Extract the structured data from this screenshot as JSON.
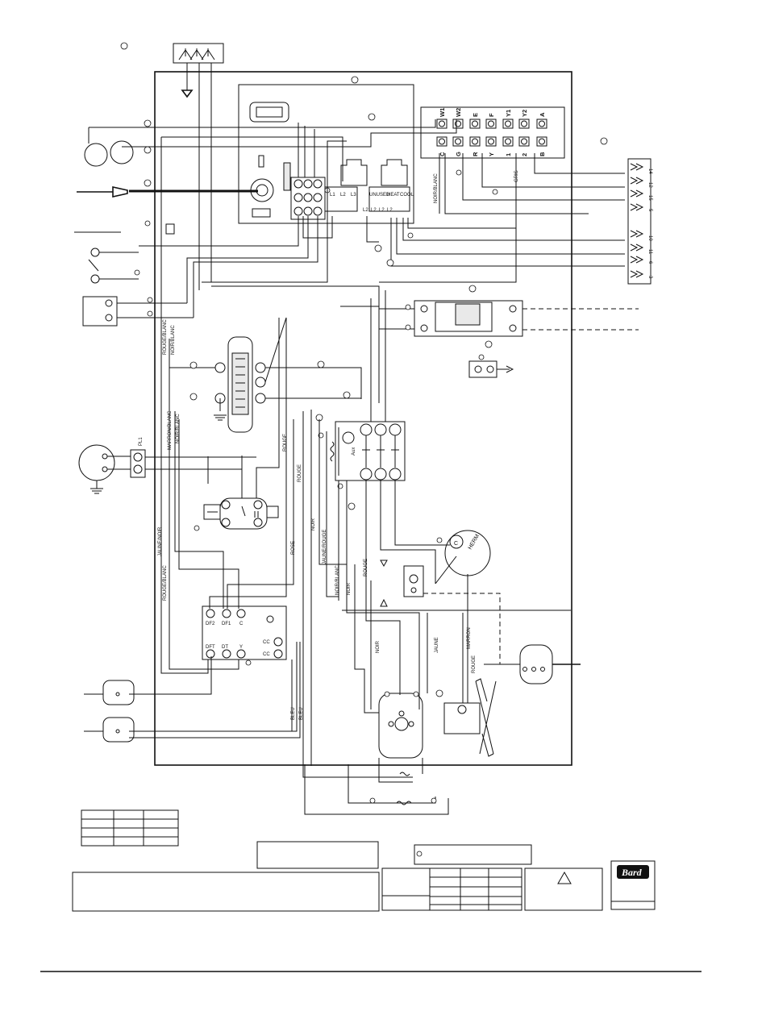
{
  "terminal_strip": {
    "top_labels": [
      "W1",
      "W2",
      "E",
      "F",
      "Y1",
      "Y2",
      "A"
    ],
    "bottom_labels": [
      "C",
      "G",
      "R",
      "Y",
      "1",
      "2",
      "B"
    ]
  },
  "plug_pins": [
    "14",
    "12",
    "15",
    "5",
    "10",
    "11",
    "6",
    "3"
  ],
  "control_board": {
    "relay_labels": [
      "L1",
      "L2",
      "L3"
    ],
    "speed_labels": [
      "UNUSED",
      "HEAT",
      "COOL"
    ],
    "bottom_terms": [
      "L2",
      "L2",
      "L2",
      "L2"
    ]
  },
  "compressor": {
    "label_c": "C",
    "label_herm": "HERM"
  },
  "contactor": {
    "aux_label": "Aux"
  },
  "connector_pl1": "PL1",
  "defrost_board": {
    "top_terms": [
      "DF2",
      "DF1",
      "C"
    ],
    "bottom_terms": [
      "DFT",
      "DT",
      "Y"
    ],
    "side_terms": [
      "CC",
      "CC"
    ]
  },
  "wire_labels": {
    "noir_blanc_1": "NOIR/BLANC",
    "gris": "GRIS",
    "rouge_blanc_1": "ROUGE/BLANC",
    "noir_blanc_2": "NOIR/BLANC",
    "marron_blanc": "MARRON/BLANC",
    "noir_blanc_3": "NOIR/BLANC",
    "rouge_1": "ROUGE",
    "rouge_2": "ROUGE",
    "jaune_noir": "JAUNE/NOIR",
    "rouge_blanc_2": "ROUGE/BLANC",
    "rose": "ROSE",
    "noir_1": "NOIR",
    "jaune_rouge": "JAUNE/ROUGE",
    "noir_blanc_4": "NOIR/BLANC",
    "noir_2": "NOIR",
    "rouge_3": "ROUGE",
    "noir_3": "NOIR",
    "jaune": "JAUNE",
    "marron": "MARRON",
    "rouge_4": "ROUGE",
    "bleu_1": "BLEU",
    "bleu_2": "BLEU"
  },
  "logo_text": "Bard"
}
